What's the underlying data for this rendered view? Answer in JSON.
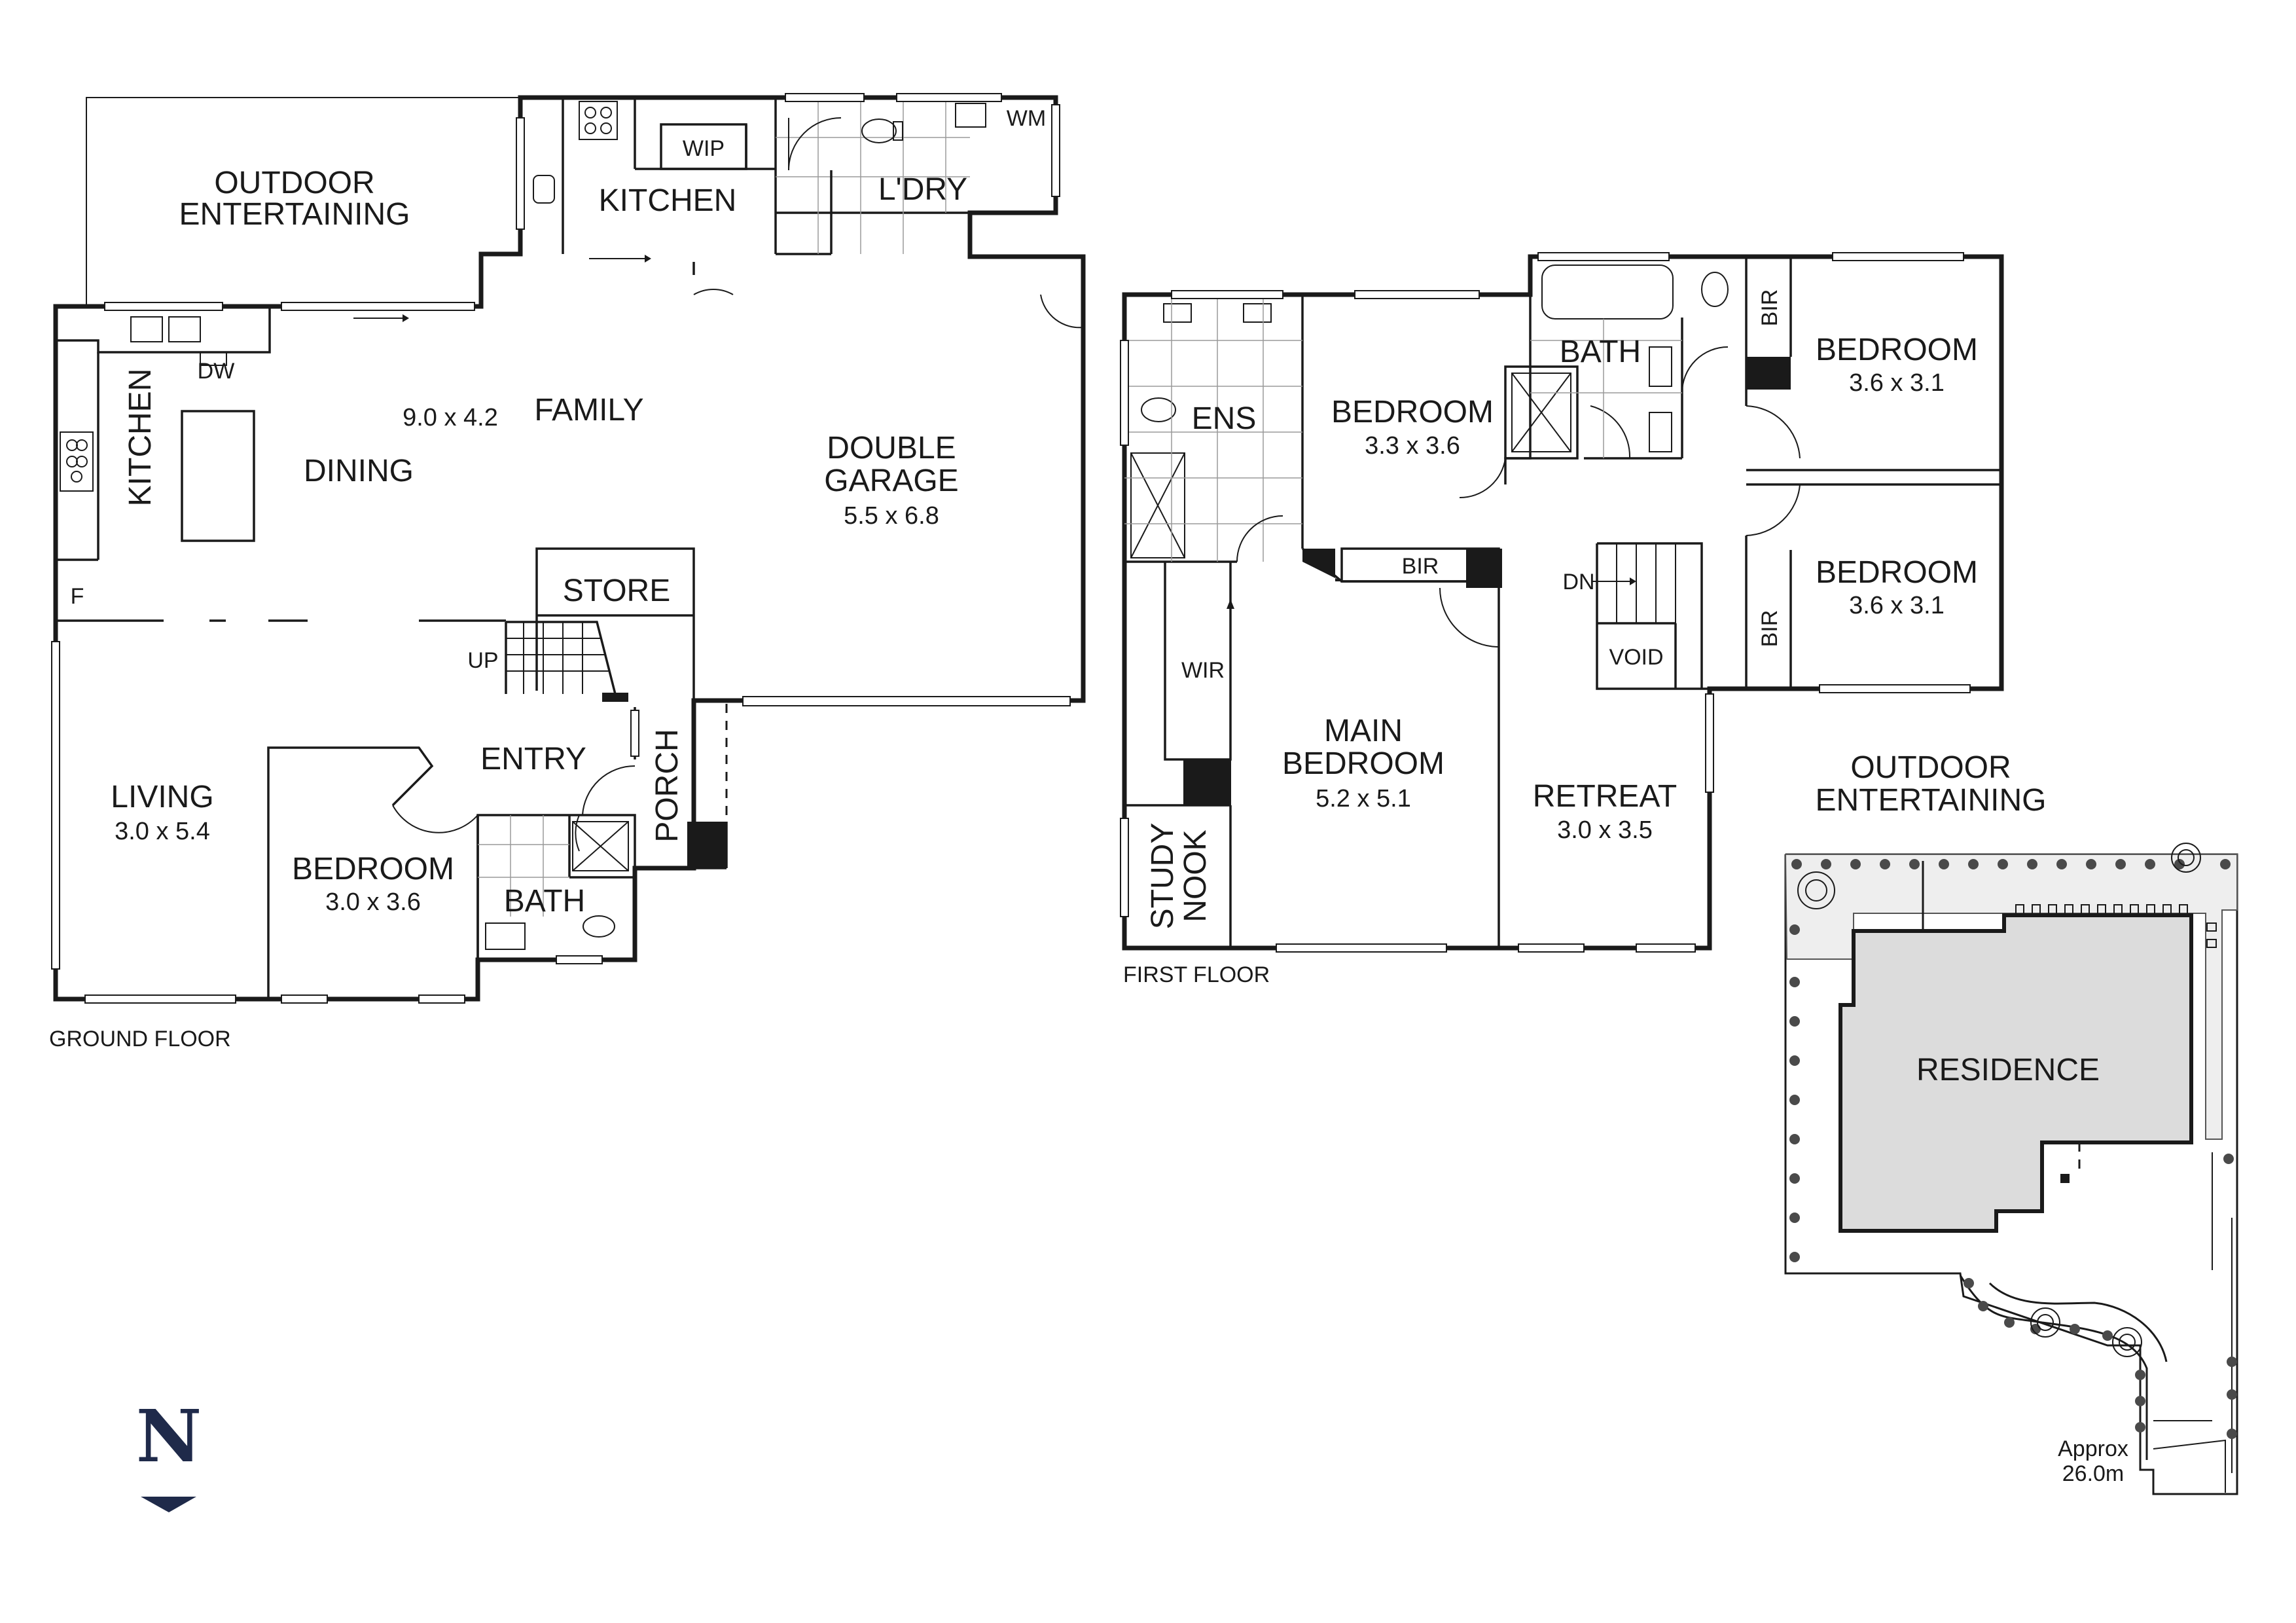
{
  "ground_floor": {
    "label": "GROUND FLOOR",
    "rooms": {
      "outdoor_entertaining": {
        "line1": "OUTDOOR",
        "line2": "ENTERTAINING"
      },
      "kitchen_upper": "KITCHEN",
      "wip": "WIP",
      "laundry": "L'DRY",
      "wm": "WM",
      "kitchen_side": "KITCHEN",
      "dw": "DW",
      "fridge": "F",
      "family_dim": "9.0 x 4.2",
      "family": "FAMILY",
      "dining": "DINING",
      "double_garage": {
        "line1": "DOUBLE",
        "line2": "GARAGE",
        "dim": "5.5 x 6.8"
      },
      "store": "STORE",
      "up": "UP",
      "entry": "ENTRY",
      "porch": "PORCH",
      "living": {
        "name": "LIVING",
        "dim": "3.0 x 5.4"
      },
      "bedroom": {
        "name": "BEDROOM",
        "dim": "3.0 x 3.6"
      },
      "bath": "BATH"
    }
  },
  "first_floor": {
    "label": "FIRST FLOOR",
    "rooms": {
      "ens": "ENS",
      "bedroom_mid": {
        "name": "BEDROOM",
        "dim": "3.3 x 3.6"
      },
      "bath": "BATH",
      "bir_top_right": "BIR",
      "bedroom_tr": {
        "name": "BEDROOM",
        "dim": "3.6 x 3.1"
      },
      "bir_mid": "BIR",
      "dn": "DN",
      "bedroom_br": {
        "name": "BEDROOM",
        "dim": "3.6 x 3.1"
      },
      "bir_bottom_right": "BIR",
      "void": "VOID",
      "wir": "WIR",
      "main_bedroom": {
        "line1": "MAIN",
        "line2": "BEDROOM",
        "dim": "5.2 x 5.1"
      },
      "retreat": {
        "name": "RETREAT",
        "dim": "3.0 x 3.5"
      },
      "study_nook": {
        "line1": "STUDY",
        "line2": "NOOK"
      }
    }
  },
  "site_plan": {
    "outdoor": {
      "line1": "OUTDOOR",
      "line2": "ENTERTAINING"
    },
    "residence": "RESIDENCE",
    "approx": {
      "line1": "Approx",
      "line2": "26.0m"
    }
  },
  "north": {
    "letter": "N"
  },
  "colors": {
    "wall": "#1a1a1a",
    "residence_fill": "#dcdcdc",
    "background": "#ffffff"
  }
}
